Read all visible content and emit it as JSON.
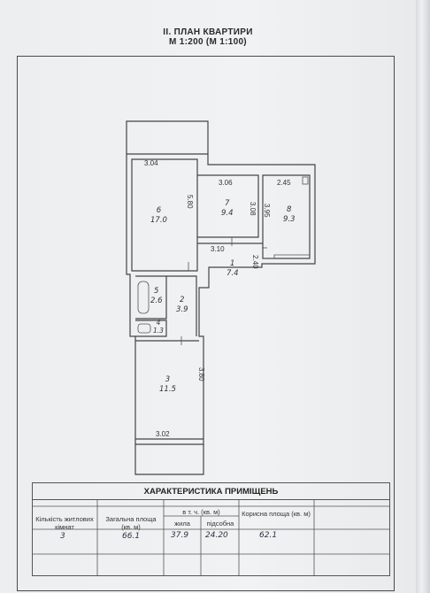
{
  "header": {
    "line1": "II. ПЛАН КВАРТИРИ",
    "line2": "М 1:200 (М 1:100)"
  },
  "plan": {
    "rooms": [
      {
        "num": "6",
        "area": "17.0"
      },
      {
        "num": "7",
        "area": "9.4"
      },
      {
        "num": "8",
        "area": "9.3"
      },
      {
        "num": "1",
        "area": "7.4"
      },
      {
        "num": "5",
        "area": "2.6"
      },
      {
        "num": "2",
        "area": "3.9"
      },
      {
        "num": "4",
        "area": "1.3"
      },
      {
        "num": "3",
        "area": "11.5"
      }
    ],
    "dimensions": {
      "room6_width": "3.04",
      "room6_length": "5.80",
      "room7_width": "3.06",
      "room7_length": "3.08",
      "room8_width": "2.45",
      "room8_length": "3.95",
      "corridor_width": "3.10",
      "corridor_length": "2.40",
      "room3_width": "3.02",
      "room3_length": "3.80"
    }
  },
  "table": {
    "title": "ХАРАКТЕРИСТИКА ПРИМІЩЕНЬ",
    "headers": {
      "rooms_count": "Кількість житлових кімнат",
      "total_area": "Загальна площа (кв. м)",
      "including": "в т. ч. (кв. м)",
      "living": "жила",
      "auxiliary": "підсобна",
      "useful_area": "Корисна площа (кв. м)"
    },
    "values": {
      "rooms_count": "3",
      "total_area": "66.1",
      "living": "37.9",
      "auxiliary": "24.20",
      "useful_area": "62.1"
    }
  }
}
